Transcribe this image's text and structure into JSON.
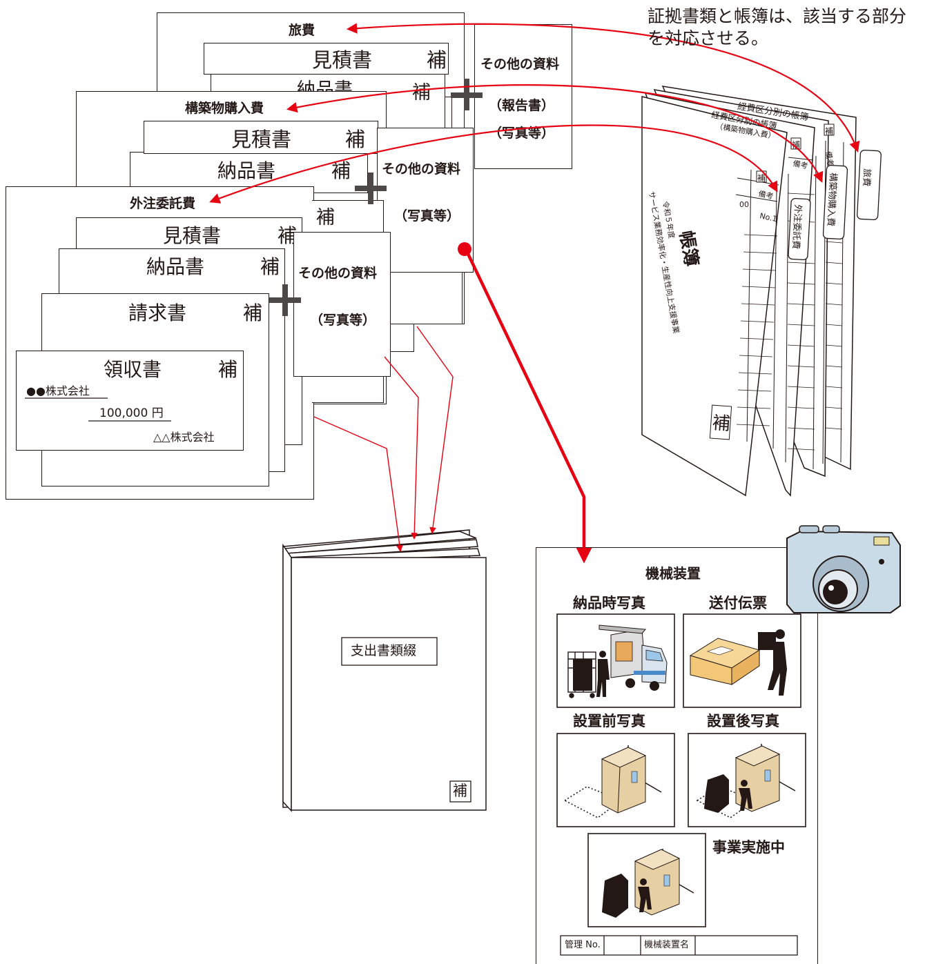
{
  "note": {
    "line1": "証拠書類と帳簿は、該当する部分",
    "line2": "を対応させる。"
  },
  "ryohi": {
    "title": "旅費",
    "doc1": "見積書",
    "doc2": "納品書",
    "stamp": "補",
    "other_title": "その他の資料",
    "other_sub1": "（報告書）",
    "other_sub2": "（写真等）"
  },
  "kochiku": {
    "title": "構築物購入費",
    "doc1": "見積書",
    "doc2": "納品書",
    "stamp": "補",
    "other_title": "その他の資料",
    "other_sub": "（写真等）"
  },
  "gaichu": {
    "title": "外注委託費",
    "doc1": "見積書",
    "doc2": "納品書",
    "doc3": "請求書",
    "doc4": "領収書",
    "stamp": "補",
    "payer": "●●株式会社",
    "amount": "100,000 円",
    "payee": "△△株式会社",
    "other_title": "その他の資料",
    "other_sub": "（写真等）"
  },
  "ledger": {
    "cover_year": "令和５年度",
    "cover_program": "サービス業務効率化・生産性向上支援事業",
    "cover_title": "帳簿",
    "stamp": "補",
    "page_title_top": "経費区分別の帳簿",
    "page_title_2": "経費区分別の帳簿",
    "page_title_2_sub": "（構築物購入費）",
    "col_biko": "備考",
    "cell_no": "No.1",
    "cell_00": "00",
    "tabs": [
      "外注委託費",
      "構築物購入費",
      "旅費"
    ]
  },
  "binder": {
    "label": "支出書類綴",
    "stamp": "補"
  },
  "photo_sheet": {
    "title": "機械装置",
    "panels": [
      "納品時写真",
      "送付伝票",
      "設置前写真",
      "設置後写真",
      "事業実施中"
    ],
    "footer_label1": "管理 No.",
    "footer_label2": "機械装置名"
  },
  "colors": {
    "arrow_red": "#e60012",
    "ink": "#231815",
    "plus_gray": "#4c4948",
    "cardboard": "#f3c778",
    "machine_tan": "#e7cfa4",
    "camera_body": "#c9dbe6"
  },
  "icons": [
    "plus-icon",
    "camera-icon",
    "truck-icon",
    "parcel-icon",
    "machine-booth-icon"
  ]
}
